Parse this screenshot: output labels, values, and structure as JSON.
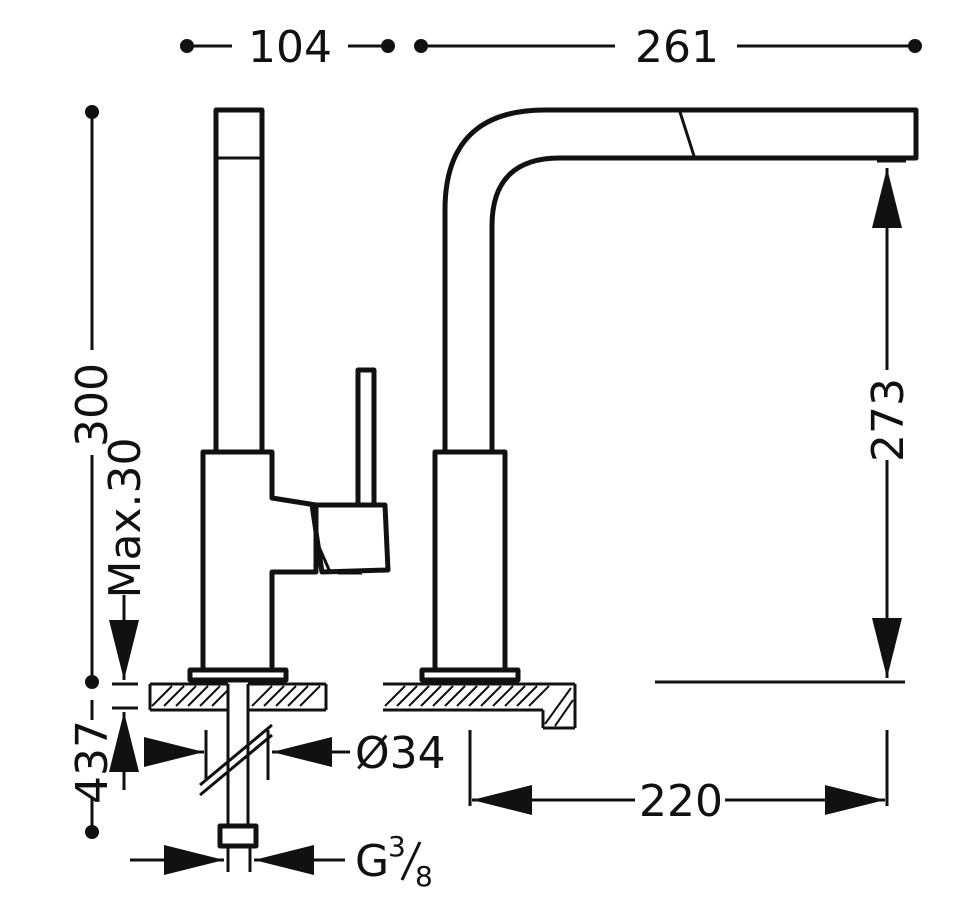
{
  "dimensions": {
    "top_left_width": "104",
    "top_right_width": "261",
    "total_height": "300",
    "max_thickness": "Max.30",
    "bottom_height": "437",
    "spout_height": "273",
    "hose_diameter": "Ø34",
    "thread": "G",
    "thread_num": "3",
    "thread_den": "8",
    "reach": "220"
  },
  "colors": {
    "line": "#111111",
    "background": "#ffffff"
  }
}
